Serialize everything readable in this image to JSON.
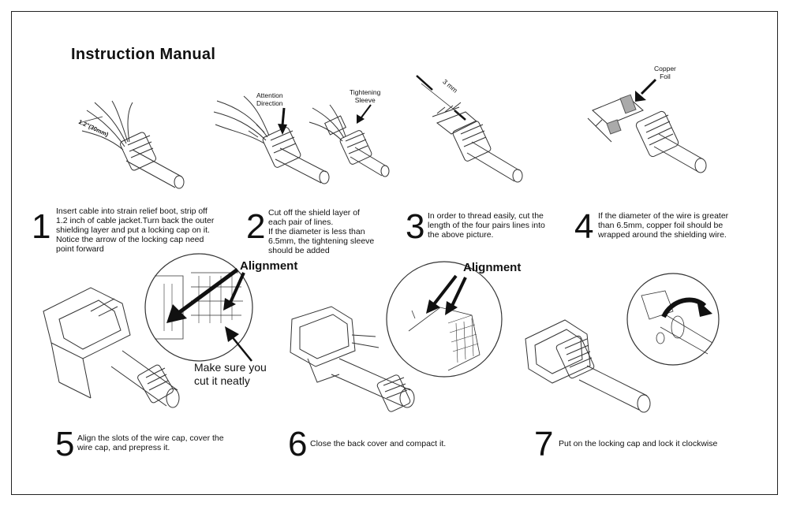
{
  "title": "Instruction Manual",
  "steps": [
    {
      "number": "1",
      "text": "Insert cable into strain relief boot, strip off\n1.2 inch of cable jacket.Turn back the outer\n shielding layer and put a locking cap on it.\nNotice the arrow of the locking cap need\npoint forward"
    },
    {
      "number": "2",
      "text": "Cut  off the shield layer of\n each pair of lines.\nIf the diameter is less than\n6.5mm, the tightening sleeve\nshould be added"
    },
    {
      "number": "3",
      "text": "In order to thread easily, cut the\nlength of the four pairs lines into\n the above picture."
    },
    {
      "number": "4",
      "text": "If the diameter of the wire is greater\n than 6.5mm, copper foil should be\nwrapped around the shielding wire."
    },
    {
      "number": "5",
      "text": "Align the slots of the wire cap, cover the\nwire cap, and  prepress it."
    },
    {
      "number": "6",
      "text": "Close the back cover and compact it."
    },
    {
      "number": "7",
      "text": "Put on the locking cap and lock it clockwise"
    }
  ],
  "labels": {
    "dimension_1": "1.2\"(30mm)",
    "attention_direction": "Attention\nDirection",
    "tightening_sleeve": "Tightening\nSleeve",
    "dimension_3": "3 mm",
    "copper_foil": "Copper\nFoil",
    "alignment_5": "Alignment",
    "alignment_6": "Alignment",
    "cut_note": "Make sure you\ncut it neatly"
  }
}
